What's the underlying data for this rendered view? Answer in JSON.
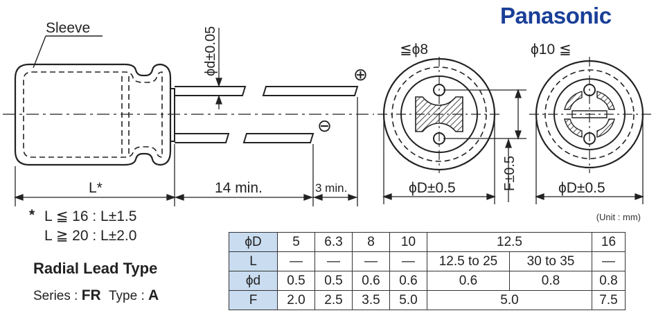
{
  "brand": "Panasonic",
  "labels": {
    "sleeve": "Sleeve",
    "lead_dia": "ϕd±0.05",
    "plus": "⊕",
    "minus": "⊖",
    "le8": "≦ϕ8",
    "ge10": "ϕ10 ≦",
    "L_dim": "L*",
    "lead_len": "14 min.",
    "min3": "3 min.",
    "D_tol_a": "ϕD±0.5",
    "D_tol_b": "ϕD±0.5",
    "F_tol": "F±0.5",
    "unit": "(Unit : mm)"
  },
  "notes": {
    "star": "*",
    "line1": "L ≦ 16 : L±1.5",
    "line2": "L ≧ 20 : L±2.0"
  },
  "type_title": "Radial Lead Type",
  "series": {
    "series_label": "Series : ",
    "series_value": "FR",
    "type_label": "Type : ",
    "type_value": "A"
  },
  "table": {
    "row_D": {
      "head": "ϕD",
      "c1": "5",
      "c2": "6.3",
      "c3": "8",
      "c4": "10",
      "c5": "12.5",
      "c6": "16"
    },
    "row_L": {
      "head": "L",
      "c1": "—",
      "c2": "—",
      "c3": "—",
      "c4": "—",
      "c5a": "12.5 to 25",
      "c5b": "30 to 35",
      "c6": "—"
    },
    "row_d": {
      "head": "ϕd",
      "c1": "0.5",
      "c2": "0.5",
      "c3": "0.6",
      "c4": "0.6",
      "c5a": "0.6",
      "c5b": "0.8",
      "c6": "0.8"
    },
    "row_F": {
      "head": "F",
      "c1": "2.0",
      "c2": "2.5",
      "c3": "3.5",
      "c4": "5.0",
      "c5": "5.0",
      "c6": "7.5"
    }
  },
  "colors": {
    "brand": "#1a3f98",
    "table_header": "#c9dcf0",
    "line": "#222222"
  }
}
